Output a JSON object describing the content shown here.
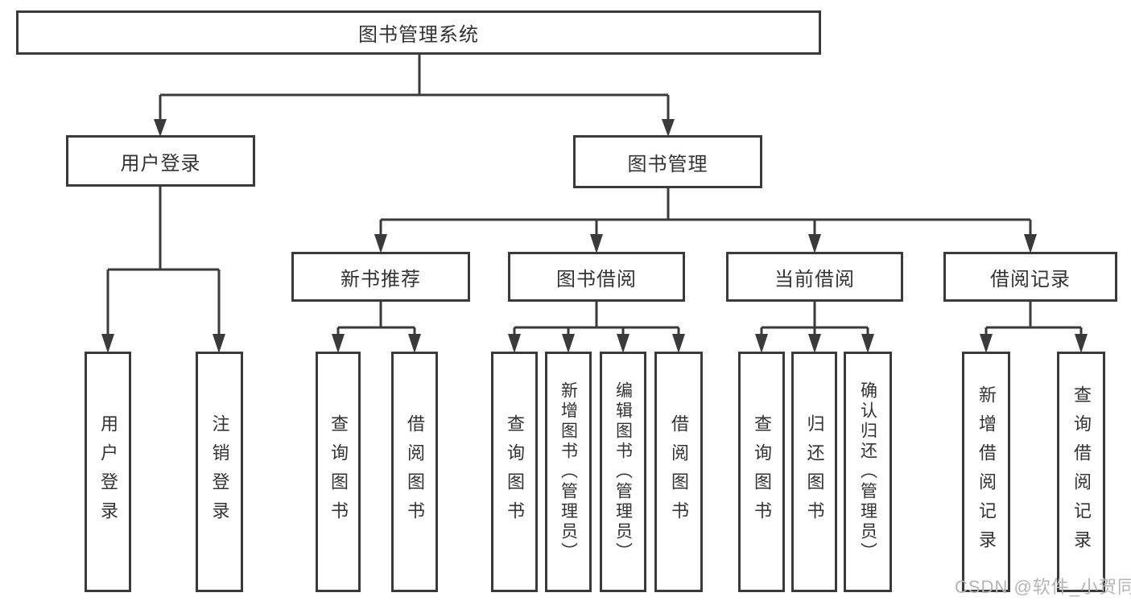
{
  "nodes": {
    "root": {
      "label": "图书管理系统"
    },
    "level2": [
      {
        "label": "用户登录"
      },
      {
        "label": "图书管理"
      }
    ],
    "level3": [
      {
        "label": "新书推荐"
      },
      {
        "label": "图书借阅"
      },
      {
        "label": "当前借阅"
      },
      {
        "label": "借阅记录"
      }
    ],
    "leaves": [
      {
        "label": "用户登录"
      },
      {
        "label": "注销登录"
      },
      {
        "label": "查询图书"
      },
      {
        "label": "借阅图书"
      },
      {
        "label": "查询图书"
      },
      {
        "label": "新增图书（管理员）"
      },
      {
        "label": "编辑图书（管理员）"
      },
      {
        "label": "借阅图书"
      },
      {
        "label": "查询图书"
      },
      {
        "label": "归还图书"
      },
      {
        "label": "确认归还（管理员）"
      },
      {
        "label": "新增借阅记录"
      },
      {
        "label": "查询借阅记录"
      }
    ]
  },
  "watermark": {
    "text": "CSDN @软件_小贺同学"
  },
  "colors": {
    "line": "#3a3a3c",
    "text": "#333333",
    "watermark": "#b5b5b5",
    "background": "#ffffff"
  }
}
